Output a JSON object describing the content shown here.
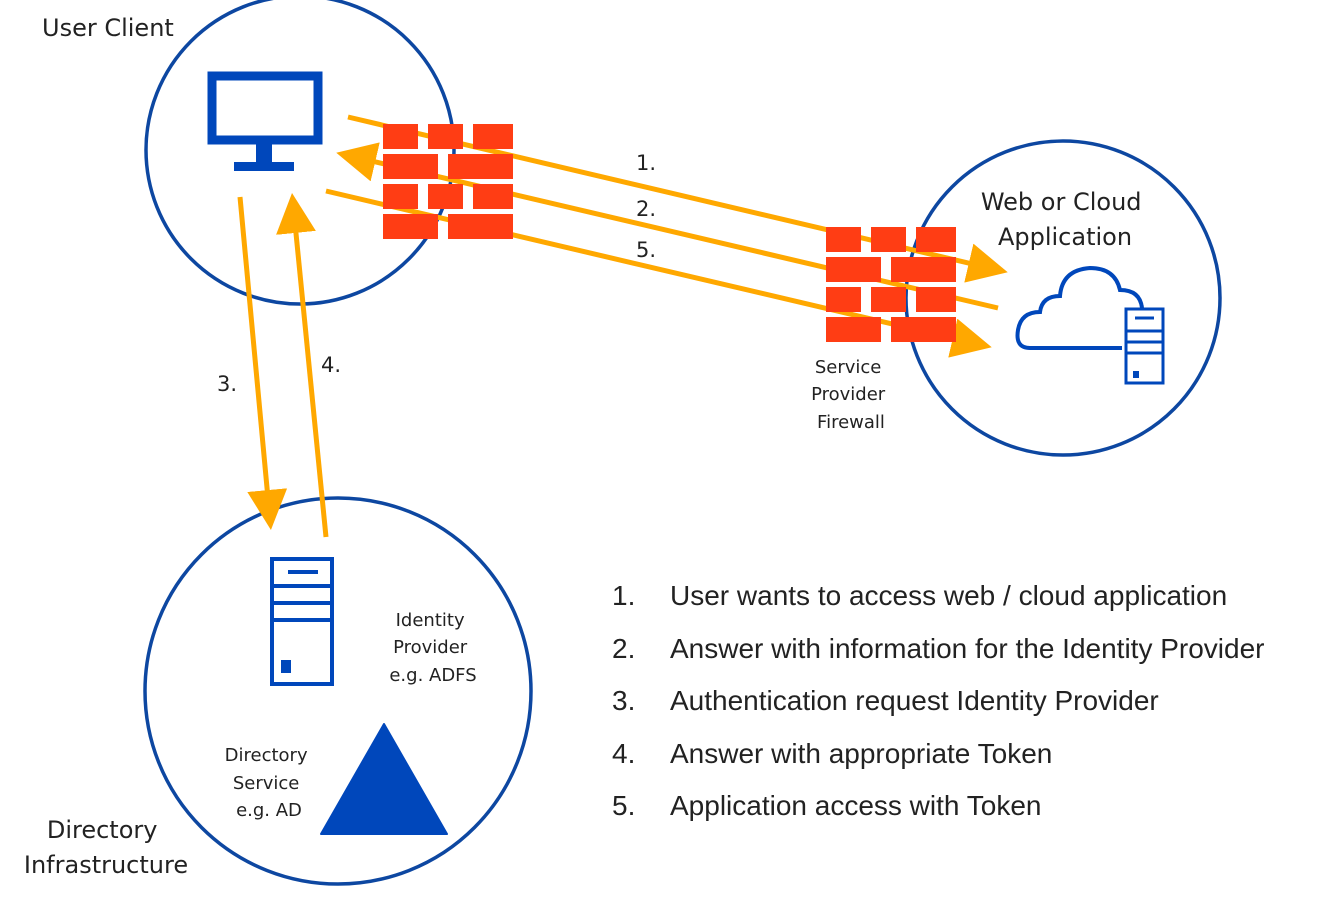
{
  "colors": {
    "circle": "#0d47a1",
    "icon": "#0047bb",
    "arrow": "#ffa800",
    "firewall": "#ff3d14"
  },
  "nodes": {
    "user_client": {
      "label": "User Client",
      "icon": "monitor-icon"
    },
    "web_app": {
      "label_lines": [
        "Web or Cloud",
        "Application"
      ],
      "icon": "cloud-server-icon"
    },
    "firewall_client": {
      "icon": "firewall-icon"
    },
    "firewall_provider": {
      "label_lines": [
        "Service",
        "Provider",
        "Firewall"
      ],
      "icon": "firewall-icon"
    },
    "directory": {
      "label_lines": [
        "Directory",
        "Infrastructure"
      ],
      "identity_provider": {
        "label_lines": [
          "Identity",
          "Provider",
          "e.g. ADFS"
        ],
        "icon": "server-icon"
      },
      "directory_service": {
        "label_lines": [
          "Directory",
          "Service",
          "e.g. AD"
        ],
        "icon": "triangle-icon"
      }
    }
  },
  "arrow_labels": [
    "1.",
    "2.",
    "5.",
    "3.",
    "4."
  ],
  "legend": [
    {
      "num": "1.",
      "text": "User wants to access web / cloud application"
    },
    {
      "num": "2.",
      "text": "Answer with information for the Identity Provider"
    },
    {
      "num": "3.",
      "text": "Authentication request Identity Provider"
    },
    {
      "num": "4.",
      "text": "Answer with appropriate Token"
    },
    {
      "num": "5.",
      "text": "Application access with Token"
    }
  ]
}
